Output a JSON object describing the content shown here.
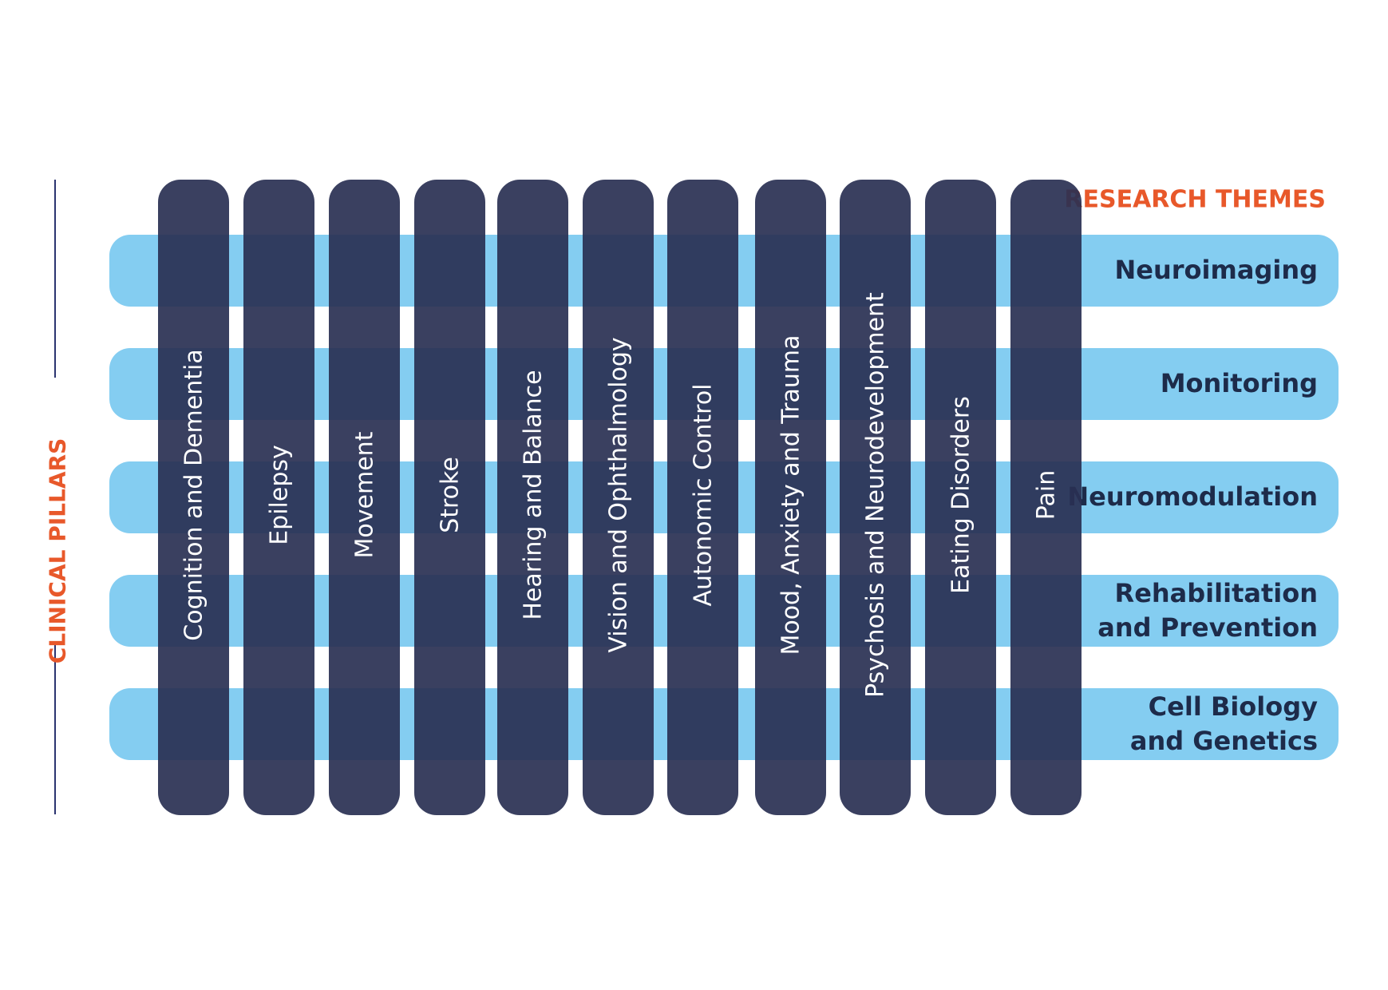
{
  "clinical_pillars_title": "CLINICAL PILLARS",
  "research_themes_title": "RESEARCH THEMES",
  "colors": {
    "accent": "#e8582a",
    "pillar": "#293052",
    "theme": "#84cdf1",
    "theme_text": "#1d2b4a",
    "rule": "#2b3470"
  },
  "research_themes": [
    {
      "line1": "Neuroimaging",
      "line2": ""
    },
    {
      "line1": "Monitoring",
      "line2": ""
    },
    {
      "line1": "Neuromodulation",
      "line2": ""
    },
    {
      "line1": "Rehabilitation",
      "line2": "and Prevention"
    },
    {
      "line1": "Cell Biology",
      "line2": "and Genetics"
    }
  ],
  "clinical_pillars": [
    "Cognition and Dementia",
    "Epilepsy",
    "Movement",
    "Stroke",
    "Hearing and Balance",
    "Vision and Ophthalmology",
    "Autonomic Control",
    "Mood, Anxiety and Trauma",
    "Psychosis and Neurodevelopment",
    "Eating Disorders",
    "Pain"
  ]
}
